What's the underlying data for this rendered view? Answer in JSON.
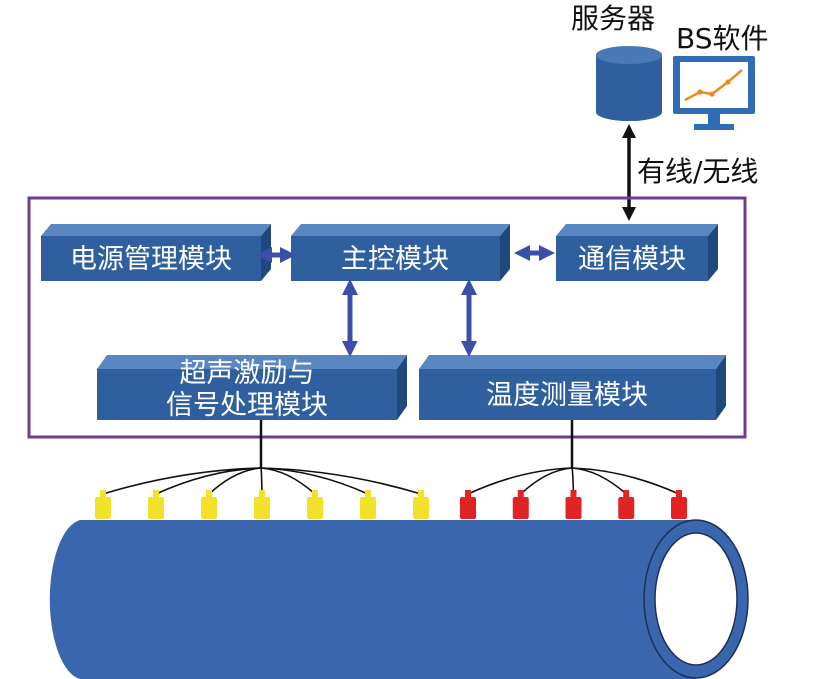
{
  "server": {
    "label": "服务器"
  },
  "software": {
    "label": "BS软件"
  },
  "link": {
    "label": "有线/无线"
  },
  "modules": {
    "power": "电源管理模块",
    "main": "主控模块",
    "comm": "通信模块",
    "ultra_line1": "超声激励与",
    "ultra_line2": "信号处理模块",
    "temp": "温度测量模块"
  },
  "colors": {
    "box": "#2f5f9e",
    "box_top": "#5a86c2",
    "box_side": "#1f487c",
    "arrow": "#3b4ea8",
    "frame": "#6b3e91",
    "pipe": "#3a66ad",
    "ultrasonic_sensor": "#f2e22a",
    "temperature_sensor": "#e02424"
  },
  "sensors": {
    "ultrasonic_count": 7,
    "temperature_count": 5
  }
}
